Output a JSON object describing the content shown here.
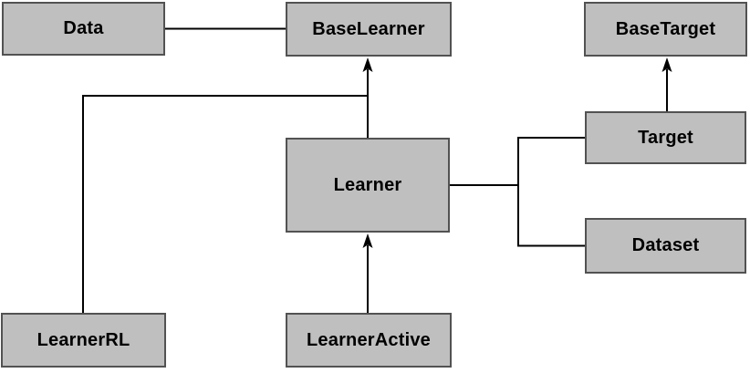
{
  "diagram": {
    "title": "class-hierarchy-diagram",
    "nodes": [
      {
        "id": "data",
        "label": "Data"
      },
      {
        "id": "baselearner",
        "label": "BaseLearner"
      },
      {
        "id": "basetarget",
        "label": "BaseTarget"
      },
      {
        "id": "learner",
        "label": "Learner"
      },
      {
        "id": "target",
        "label": "Target"
      },
      {
        "id": "dataset",
        "label": "Dataset"
      },
      {
        "id": "learnerrl",
        "label": "LearnerRL"
      },
      {
        "id": "learneractive",
        "label": "LearnerActive"
      }
    ],
    "edges": [
      {
        "from": "Data",
        "to": "BaseLearner",
        "style": "plain-line"
      },
      {
        "from": "Learner",
        "to": "BaseLearner",
        "style": "arrow-up"
      },
      {
        "from": "LearnerRL",
        "to": "BaseLearner",
        "style": "arrow-up-shared"
      },
      {
        "from": "LearnerActive",
        "to": "Learner",
        "style": "arrow-up"
      },
      {
        "from": "Target",
        "to": "BaseTarget",
        "style": "arrow-up"
      },
      {
        "from": "Learner",
        "to": "Target",
        "style": "plain-line"
      },
      {
        "from": "Learner",
        "to": "Dataset",
        "style": "plain-line"
      }
    ],
    "colors": {
      "node_fill": "#bfbfbf",
      "node_border": "#525252",
      "line": "#000000",
      "text": "#000000",
      "background": "#ffffff"
    }
  }
}
